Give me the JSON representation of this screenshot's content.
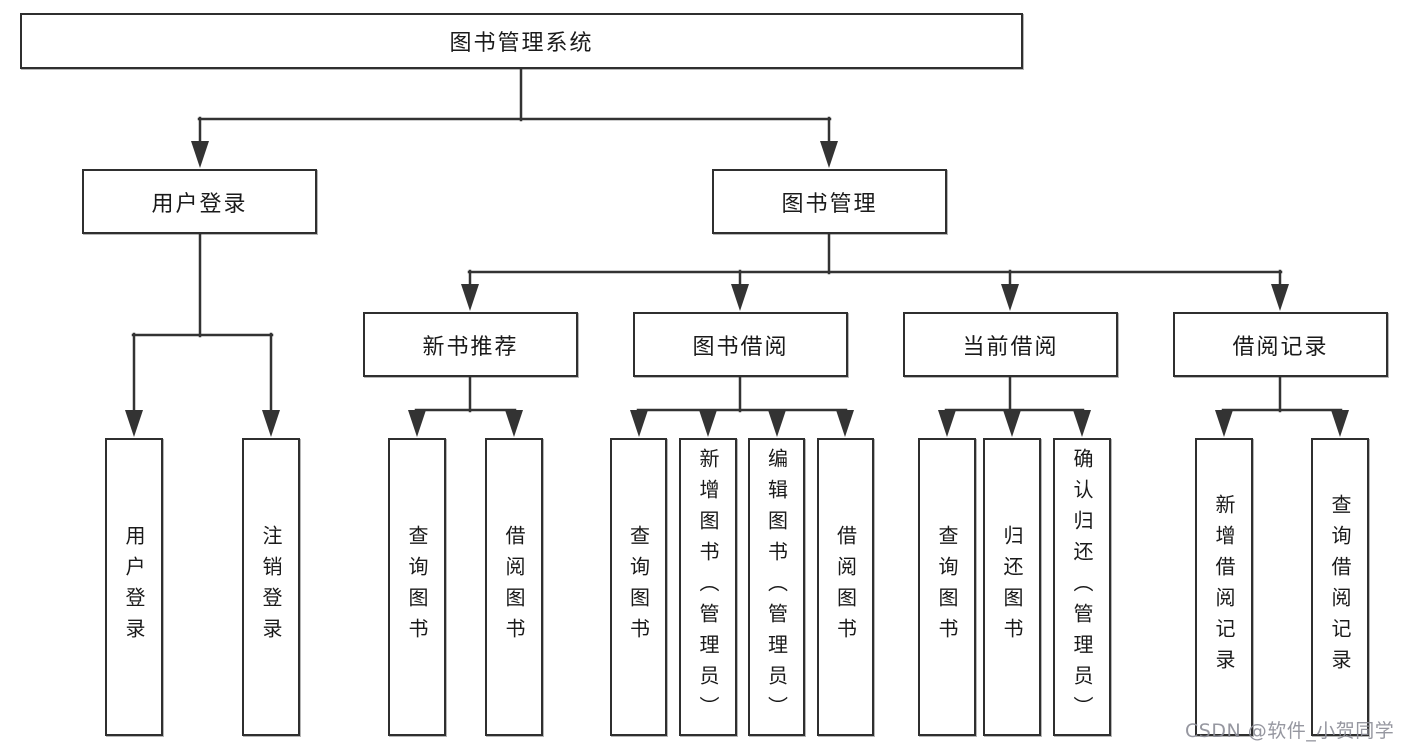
{
  "colors": {
    "line": "#333333",
    "box_border": "#2f2f2f",
    "text": "#1a1a1a",
    "watermark_gray": "#8d8e98",
    "background": "#ffffff"
  },
  "root": {
    "label": "图书管理系统"
  },
  "level2": [
    {
      "label": "用户登录"
    },
    {
      "label": "图书管理"
    }
  ],
  "level3": [
    {
      "label": "新书推荐",
      "parent": "图书管理"
    },
    {
      "label": "图书借阅",
      "parent": "图书管理"
    },
    {
      "label": "当前借阅",
      "parent": "图书管理"
    },
    {
      "label": "借阅记录",
      "parent": "图书管理"
    }
  ],
  "leaves": [
    {
      "label": "用户登录",
      "parent": "用户登录"
    },
    {
      "label": "注销登录",
      "parent": "用户登录"
    },
    {
      "label": "查询图书",
      "parent": "新书推荐"
    },
    {
      "label": "借阅图书",
      "parent": "新书推荐"
    },
    {
      "label": "查询图书",
      "parent": "图书借阅"
    },
    {
      "label": "新增图书（管理员）",
      "parent": "图书借阅"
    },
    {
      "label": "编辑图书（管理员）",
      "parent": "图书借阅"
    },
    {
      "label": "借阅图书",
      "parent": "图书借阅"
    },
    {
      "label": "查询图书",
      "parent": "当前借阅"
    },
    {
      "label": "归还图书",
      "parent": "当前借阅"
    },
    {
      "label": "确认归还（管理员）",
      "parent": "当前借阅"
    },
    {
      "label": "新增借阅记录",
      "parent": "借阅记录"
    },
    {
      "label": "查询借阅记录",
      "parent": "借阅记录"
    }
  ],
  "watermark": "CSDN @软件_小贺同学"
}
